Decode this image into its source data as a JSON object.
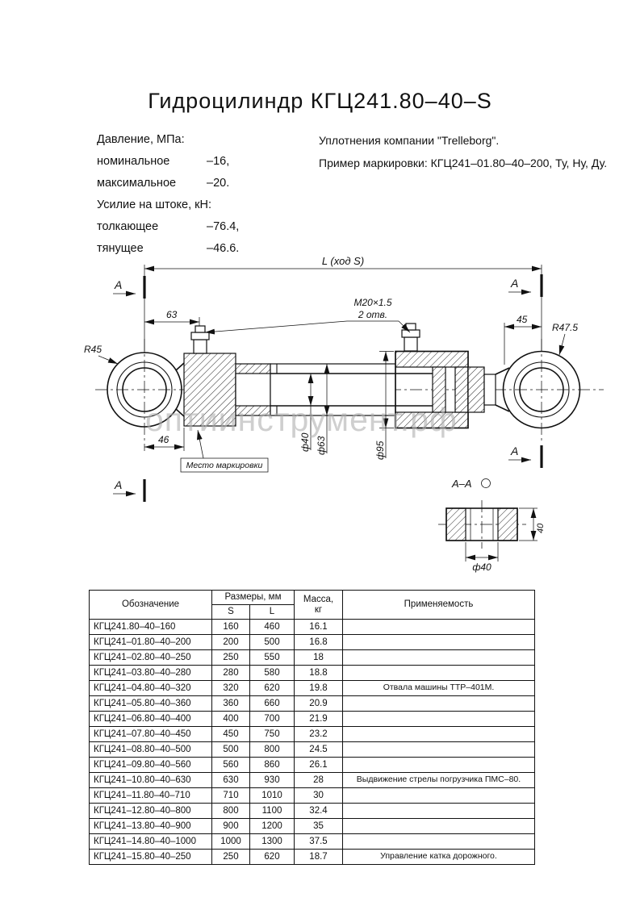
{
  "title": "Гидроцилиндр КГЦ241.80–40–S",
  "specs": {
    "pressure_label": "Давление, МПа:",
    "nominal_label": "номинальное",
    "nominal_value": "–16,",
    "max_label": "максимальное",
    "max_value": "–20.",
    "force_label": "Усилие на штоке, кН:",
    "push_label": "толкающее",
    "push_value": "–76.4,",
    "pull_label": "тянущее",
    "pull_value": "–46.6.",
    "seals_line": "Уплотнения компании \"Trelleborg\".",
    "marking_line": "Пример маркировки: КГЦ241–01.80–40–200, Ту, Ну, Ду."
  },
  "drawing": {
    "dim_l": "L (ход S)",
    "section_letter": "А",
    "dim_63": "63",
    "dim_45": "45",
    "dim_46": "46",
    "m20_line1": "M20×1.5",
    "m20_line2": "2 отв.",
    "r45": "R45",
    "r475": "R47.5",
    "d40": "ф40",
    "d63": "ф63",
    "d95": "ф95",
    "marking_place": "Место маркировки",
    "section_title": "А–А",
    "section_width": "40",
    "section_hole": "ф40",
    "watermark": "оптиинструмент.рф"
  },
  "table": {
    "headers": {
      "designation": "Обозначение",
      "sizes": "Размеры, мм",
      "s": "S",
      "l": "L",
      "mass_line1": "Масса,",
      "mass_line2": "кг",
      "application": "Применяемость"
    },
    "rows": [
      {
        "designation": "КГЦ241.80–40–160",
        "s": "160",
        "l": "460",
        "mass": "16.1",
        "application": ""
      },
      {
        "designation": "КГЦ241–01.80–40–200",
        "s": "200",
        "l": "500",
        "mass": "16.8",
        "application": ""
      },
      {
        "designation": "КГЦ241–02.80–40–250",
        "s": "250",
        "l": "550",
        "mass": "18",
        "application": ""
      },
      {
        "designation": "КГЦ241–03.80–40–280",
        "s": "280",
        "l": "580",
        "mass": "18.8",
        "application": ""
      },
      {
        "designation": "КГЦ241–04.80–40–320",
        "s": "320",
        "l": "620",
        "mass": "19.8",
        "application": "Отвала машины ТТР–401М."
      },
      {
        "designation": "КГЦ241–05.80–40–360",
        "s": "360",
        "l": "660",
        "mass": "20.9",
        "application": ""
      },
      {
        "designation": "КГЦ241–06.80–40–400",
        "s": "400",
        "l": "700",
        "mass": "21.9",
        "application": ""
      },
      {
        "designation": "КГЦ241–07.80–40–450",
        "s": "450",
        "l": "750",
        "mass": "23.2",
        "application": ""
      },
      {
        "designation": "КГЦ241–08.80–40–500",
        "s": "500",
        "l": "800",
        "mass": "24.5",
        "application": ""
      },
      {
        "designation": "КГЦ241–09.80–40–560",
        "s": "560",
        "l": "860",
        "mass": "26.1",
        "application": ""
      },
      {
        "designation": "КГЦ241–10.80–40–630",
        "s": "630",
        "l": "930",
        "mass": "28",
        "application": "Выдвижение стрелы погрузчика ПМС–80."
      },
      {
        "designation": "КГЦ241–11.80–40–710",
        "s": "710",
        "l": "1010",
        "mass": "30",
        "application": ""
      },
      {
        "designation": "КГЦ241–12.80–40–800",
        "s": "800",
        "l": "1100",
        "mass": "32.4",
        "application": ""
      },
      {
        "designation": "КГЦ241–13.80–40–900",
        "s": "900",
        "l": "1200",
        "mass": "35",
        "application": ""
      },
      {
        "designation": "КГЦ241–14.80–40–1000",
        "s": "1000",
        "l": "1300",
        "mass": "37.5",
        "application": ""
      },
      {
        "designation": "КГЦ241–15.80–40–250",
        "s": "250",
        "l": "620",
        "mass": "18.7",
        "application": "Управление катка дорожного."
      }
    ]
  }
}
